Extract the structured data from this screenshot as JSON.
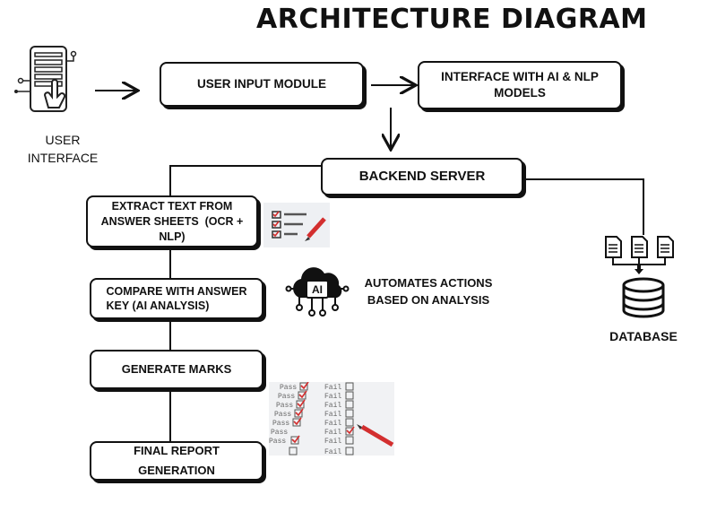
{
  "title": "ARCHITECTURE DIAGRAM",
  "user_interface": {
    "line1": "USER",
    "line2": "INTERFACE",
    "icon": "touch-phone-icon"
  },
  "boxes": {
    "user_input": "USER INPUT MODULE",
    "ai_nlp_line1": "INTERFACE WITH AI & NLP",
    "ai_nlp_line2": "MODELS",
    "backend": "BACKEND SERVER",
    "extract_line1": "EXTRACT TEXT FROM",
    "extract_line2": "ANSWER SHEETS  (OCR +",
    "extract_line3": "NLP)",
    "compare_line1": "COMPARE WITH ANSWER",
    "compare_line2": "KEY (AI ANALYSIS)",
    "generate": "GENERATE MARKS",
    "report_line1": "FINAL REPORT",
    "report_line2": "GENERATION"
  },
  "ai_note": {
    "line1": "AUTOMATES ACTIONS",
    "line2": "BASED ON ANALYSIS",
    "icon": "ai-cloud-icon",
    "chip_text": "AI"
  },
  "database": {
    "label": "DATABASE",
    "icon": "database-icon"
  },
  "checklist": {
    "pass_label": "Pass",
    "fail_label": "Fail"
  },
  "colors": {
    "line": "#111111",
    "accent_red": "#d32f2f"
  }
}
